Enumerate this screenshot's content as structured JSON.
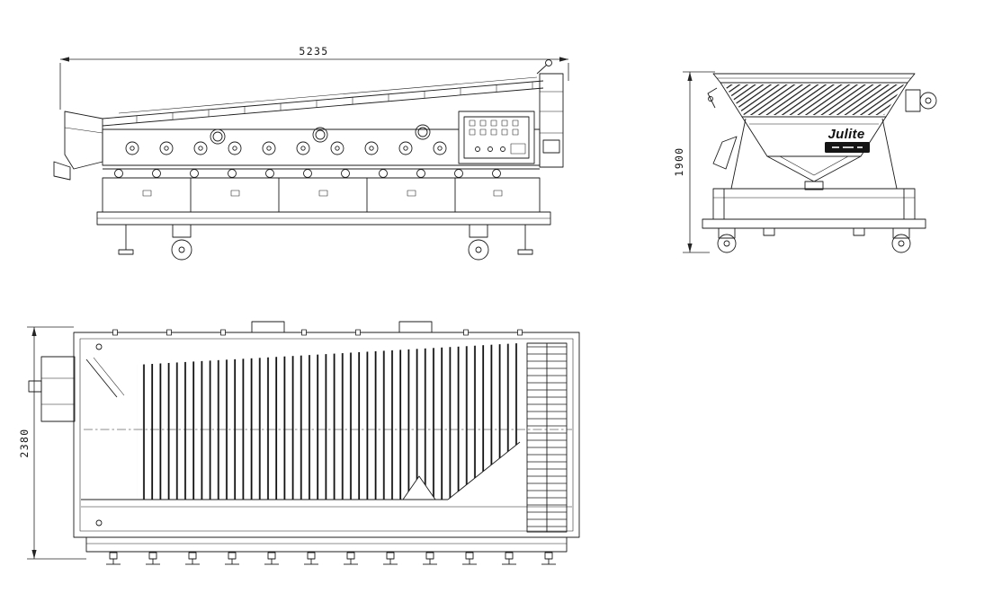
{
  "colors": {
    "background": "#ffffff",
    "line": "#1c1c1c"
  },
  "views": {
    "side": {
      "dimension": "5235"
    },
    "end": {
      "dimension": "1900"
    },
    "plan": {
      "dimension": "2380"
    }
  },
  "brand": {
    "logo": "Julite"
  }
}
